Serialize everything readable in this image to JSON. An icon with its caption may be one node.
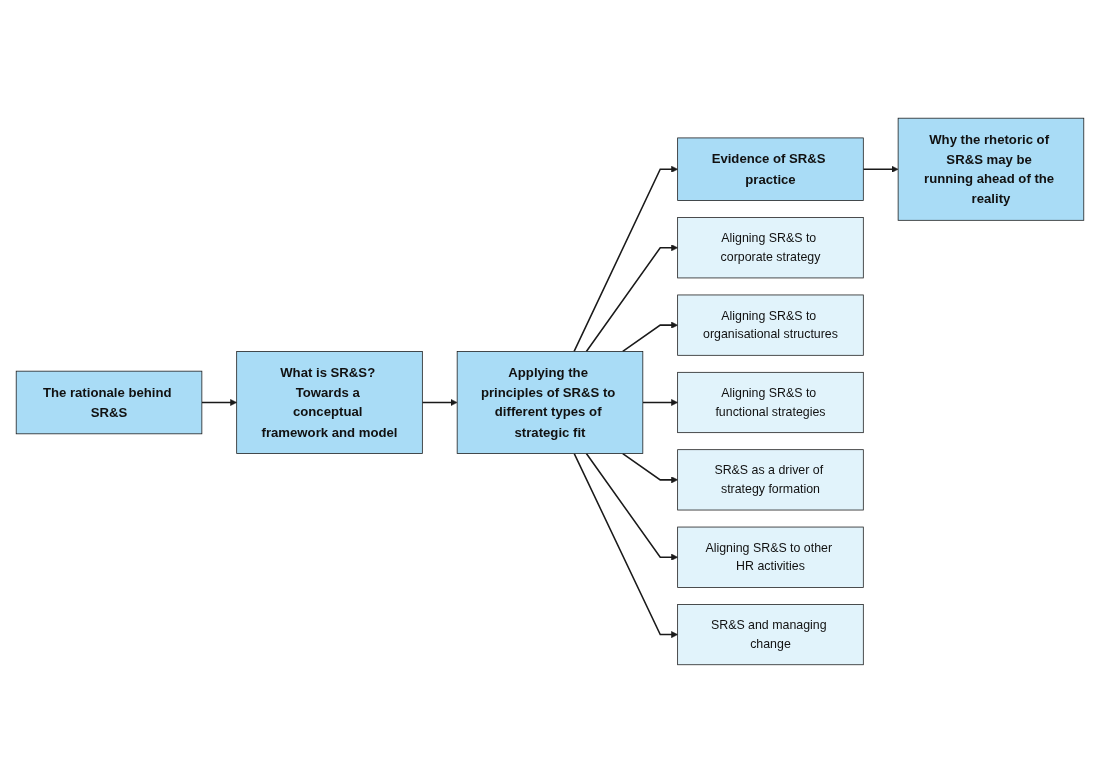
{
  "diagram": {
    "nodes": [
      {
        "text": [
          "The rationale behind SR&S"
        ]
      },
      {
        "text": [
          "What is SR&S? Towards a conceptual framework and model"
        ]
      },
      {
        "text": [
          "Applying the principles of SR&S to different types of strategic fit"
        ]
      },
      {
        "text": [
          "Evidence of SR&S practice"
        ]
      },
      {
        "text": [
          "Why the rhetoric of SR&S may be running ahead of the reality"
        ]
      },
      {
        "text": [
          "Aligning SR&S to corporate strategy"
        ]
      },
      {
        "text": [
          "Aligning SR&S to organisational structures"
        ]
      },
      {
        "text": [
          "Aligning SR&S to functional strategies"
        ]
      },
      {
        "text": [
          "SR&S as a driver of strategy formation"
        ]
      },
      {
        "text": [
          "Aligning SR&S to other HR activities"
        ]
      },
      {
        "text": [
          "SR&S and managing change"
        ]
      }
    ],
    "edges": [
      {
        "from": 0,
        "to": 1,
        "arrow": "to"
      },
      {
        "from": 1,
        "to": 2,
        "arrow": "to"
      },
      {
        "from": 2,
        "to": 3,
        "arrow": "to"
      },
      {
        "from": 3,
        "to": 4,
        "arrow": "to"
      },
      {
        "from": 2,
        "to": 5,
        "arrow": "to"
      },
      {
        "from": 2,
        "to": 6,
        "arrow": "to"
      },
      {
        "from": 2,
        "to": 7,
        "arrow": "to"
      },
      {
        "from": 2,
        "to": 8,
        "arrow": "to"
      },
      {
        "from": 2,
        "to": 9,
        "arrow": "to"
      },
      {
        "from": 2,
        "to": 10,
        "arrow": "to"
      }
    ]
  }
}
